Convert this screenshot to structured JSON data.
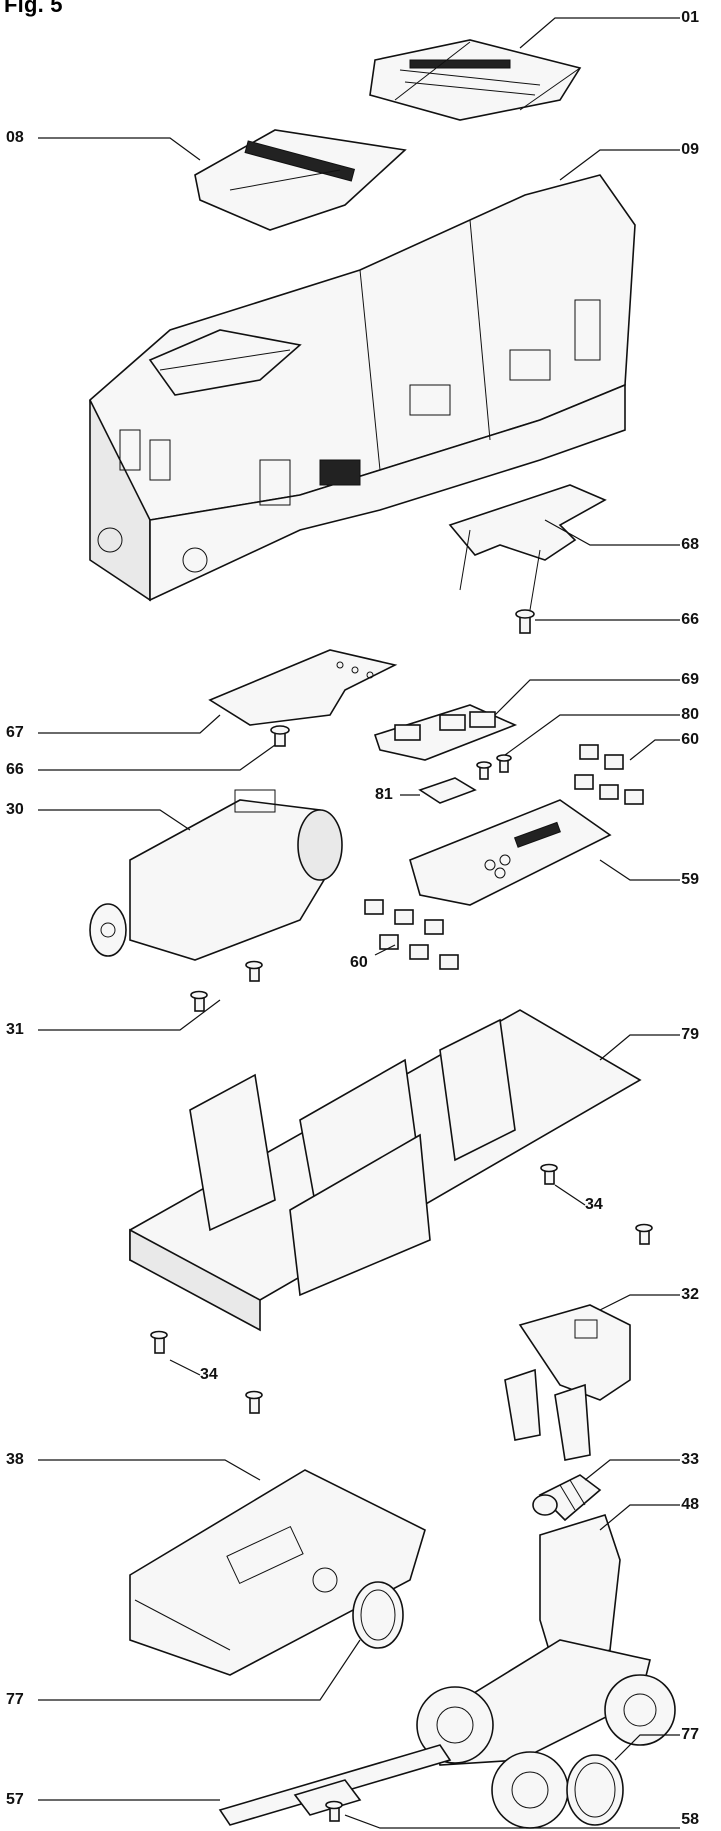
{
  "figure": {
    "title": "Fig. 5"
  },
  "callouts": [
    {
      "id": "01",
      "label": "01"
    },
    {
      "id": "08",
      "label": "08"
    },
    {
      "id": "09",
      "label": "09"
    },
    {
      "id": "68",
      "label": "68"
    },
    {
      "id": "66a",
      "label": "66"
    },
    {
      "id": "69",
      "label": "69"
    },
    {
      "id": "67",
      "label": "67"
    },
    {
      "id": "80",
      "label": "80"
    },
    {
      "id": "66b",
      "label": "66"
    },
    {
      "id": "60a",
      "label": "60"
    },
    {
      "id": "81",
      "label": "81"
    },
    {
      "id": "30",
      "label": "30"
    },
    {
      "id": "59",
      "label": "59"
    },
    {
      "id": "60b",
      "label": "60"
    },
    {
      "id": "79",
      "label": "79"
    },
    {
      "id": "31",
      "label": "31"
    },
    {
      "id": "34a",
      "label": "34"
    },
    {
      "id": "32",
      "label": "32"
    },
    {
      "id": "34b",
      "label": "34"
    },
    {
      "id": "33",
      "label": "33"
    },
    {
      "id": "38",
      "label": "38"
    },
    {
      "id": "48",
      "label": "48"
    },
    {
      "id": "77a",
      "label": "77"
    },
    {
      "id": "77b",
      "label": "77"
    },
    {
      "id": "57",
      "label": "57"
    },
    {
      "id": "58",
      "label": "58"
    }
  ]
}
